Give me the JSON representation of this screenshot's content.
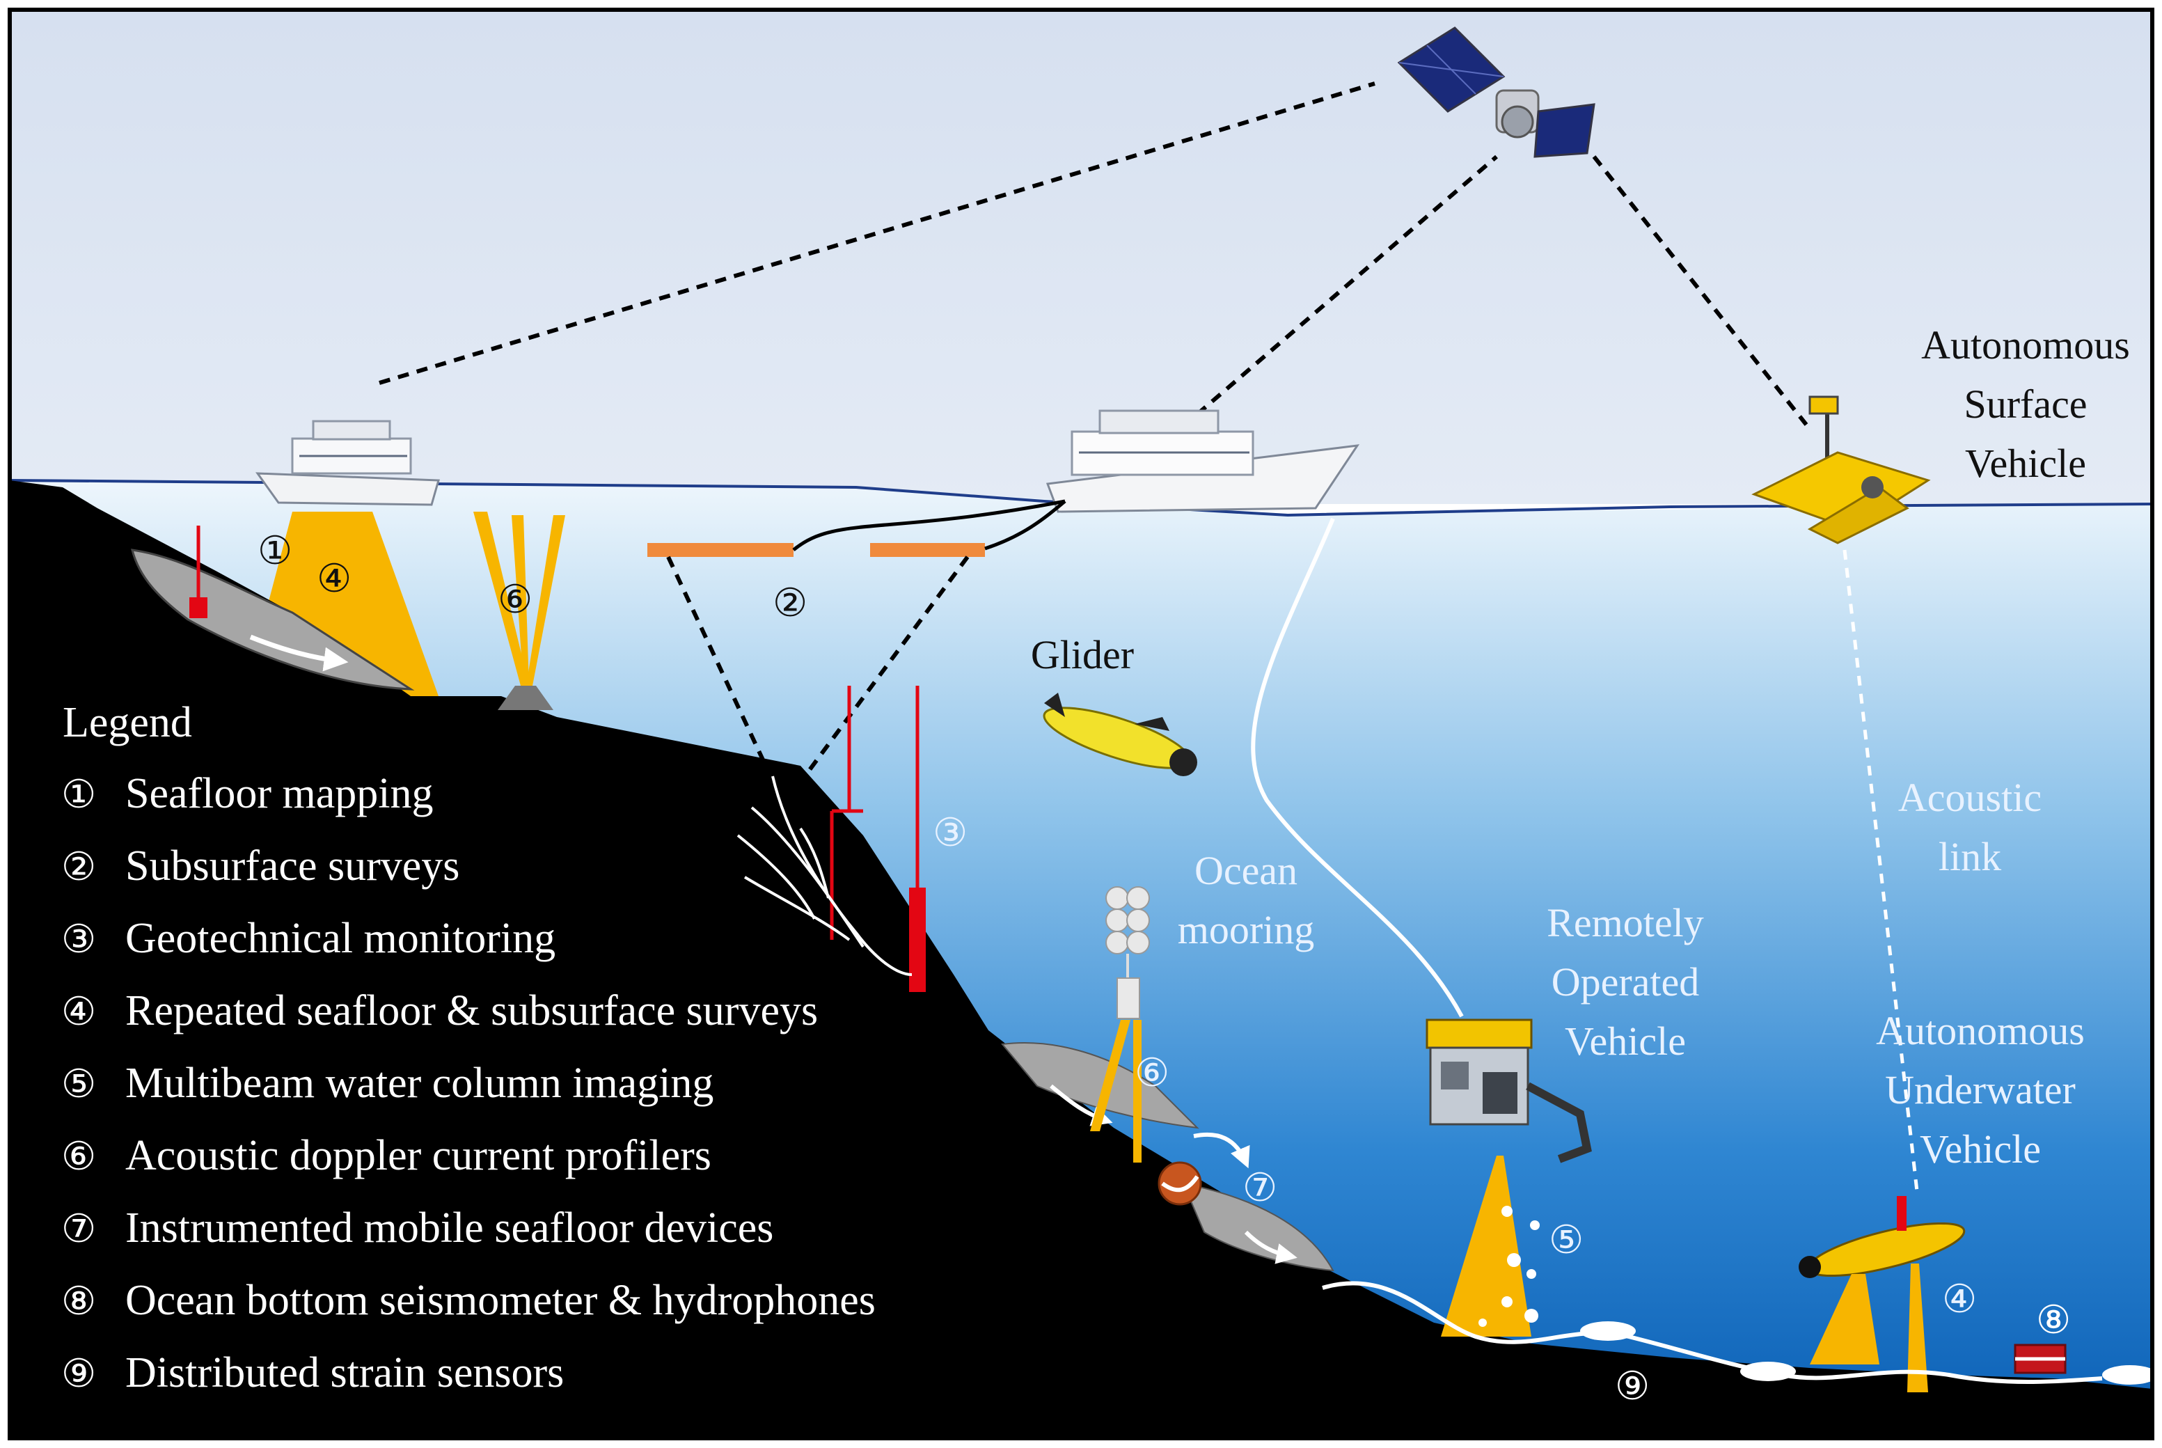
{
  "labels": {
    "asv": [
      "Autonomous",
      "Surface",
      "Vehicle"
    ],
    "glider": "Glider",
    "ocean_mooring": [
      "Ocean",
      "mooring"
    ],
    "rov": [
      "Remotely",
      "Operated",
      "Vehicle"
    ],
    "auv": [
      "Autonomous",
      "Underwater",
      "Vehicle"
    ],
    "acoustic_link": [
      "Acoustic",
      "link"
    ]
  },
  "legend": {
    "title": "Legend",
    "items": [
      {
        "num": "①",
        "text": "Seafloor mapping"
      },
      {
        "num": "②",
        "text": "Subsurface surveys"
      },
      {
        "num": "③",
        "text": "Geotechnical monitoring"
      },
      {
        "num": "④",
        "text": "Repeated seafloor & subsurface surveys"
      },
      {
        "num": "⑤",
        "text": "Multibeam water column imaging"
      },
      {
        "num": "⑥",
        "text": "Acoustic doppler current profilers"
      },
      {
        "num": "⑦",
        "text": "Instrumented mobile seafloor devices"
      },
      {
        "num": "⑧",
        "text": "Ocean bottom seismometer & hydrophones"
      },
      {
        "num": "⑨",
        "text": "Distributed strain sensors"
      }
    ]
  },
  "markers": {
    "m1": "①",
    "m2": "②",
    "m3": "③",
    "m4a": "④",
    "m4b": "④",
    "m5": "⑤",
    "m6a": "⑥",
    "m6b": "⑥",
    "m7": "⑦",
    "m8": "⑧",
    "m9": "⑨"
  },
  "colors": {
    "sky": "#dde6f3",
    "sea_top": "#e9f3fb",
    "sea_bottom": "#0b63b8",
    "seafloor": "#000000",
    "beam": "#f7b500",
    "sensor_red": "#e30613",
    "streamer_orange": "#f08a3c"
  }
}
